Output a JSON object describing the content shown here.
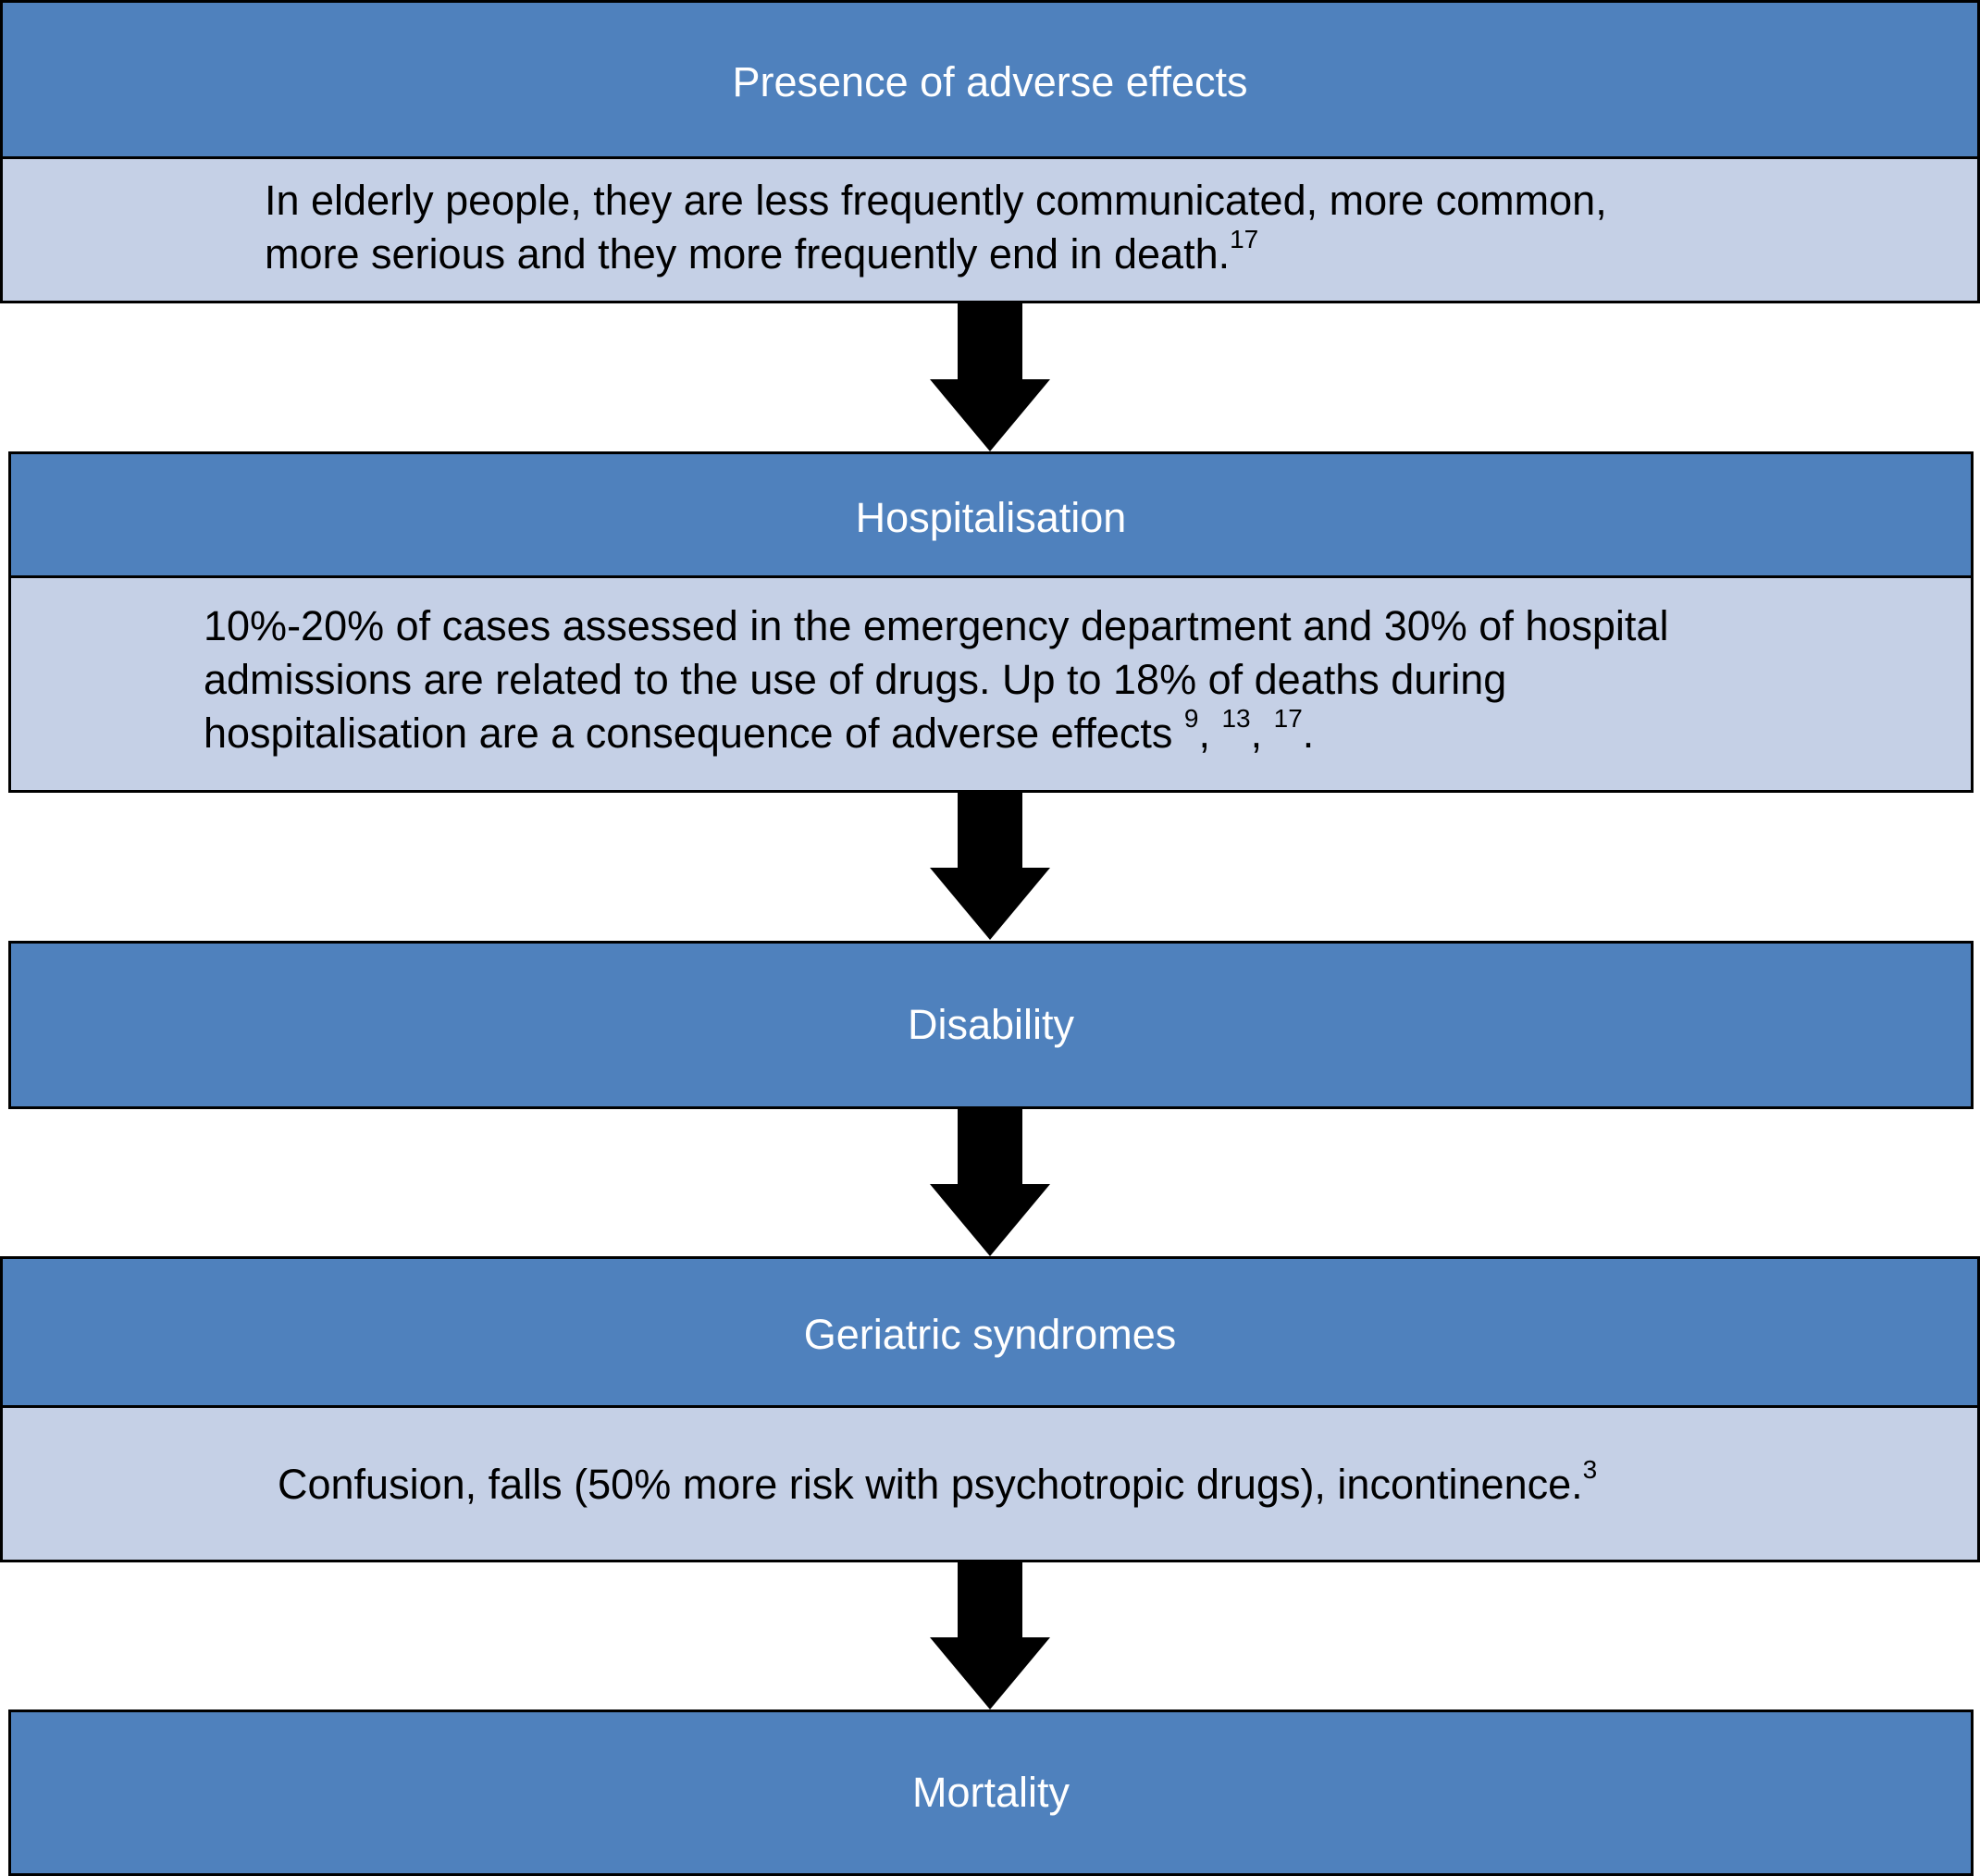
{
  "flow": {
    "steps": [
      {
        "header": "Presence of adverse effects",
        "body_line1": "In elderly people, they are less frequently communicated, more common,",
        "body_line2": "more serious and they more frequently end in death.",
        "body_ref": "17"
      },
      {
        "header": "Hospitalisation",
        "body_line1": "10%-20% of cases assessed in the emergency department and 30% of hospital",
        "body_line2": "admissions are related to the use of drugs. Up to 18% of deaths during",
        "body_line3": "hospitalisation are a consequence of adverse effects ",
        "refs": [
          "9",
          "13",
          "17"
        ],
        "ref_sep": ", ",
        "end_period": "."
      },
      {
        "header": "Disability"
      },
      {
        "header": "Geriatric syndromes",
        "body_line1": "Confusion, falls (50% more risk with psychotropic drugs), incontinence.",
        "body_ref": "3"
      },
      {
        "header": "Mortality"
      }
    ]
  },
  "colors": {
    "header_fill": "#4f81bd",
    "body_fill": "#c5d0e6",
    "arrow": "#000000"
  }
}
